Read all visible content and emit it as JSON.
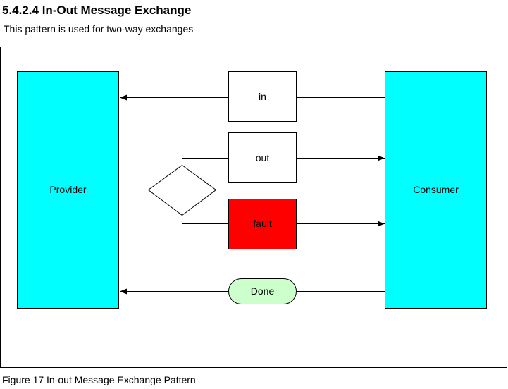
{
  "heading": "5.4.2.4 In-Out Message Exchange",
  "intro": "This pattern is used for two-way exchanges",
  "caption": "Figure 17 In-out Message Exchange Pattern",
  "diagram": {
    "provider_label": "Provider",
    "consumer_label": "Consumer",
    "messages": {
      "in": "in",
      "out": "out",
      "fault": "fault",
      "done": "Done"
    }
  },
  "colors": {
    "endpoint_fill": "#00ffff",
    "fault_fill": "#ff0000",
    "done_fill": "#ccffcc",
    "stroke": "#000000"
  }
}
